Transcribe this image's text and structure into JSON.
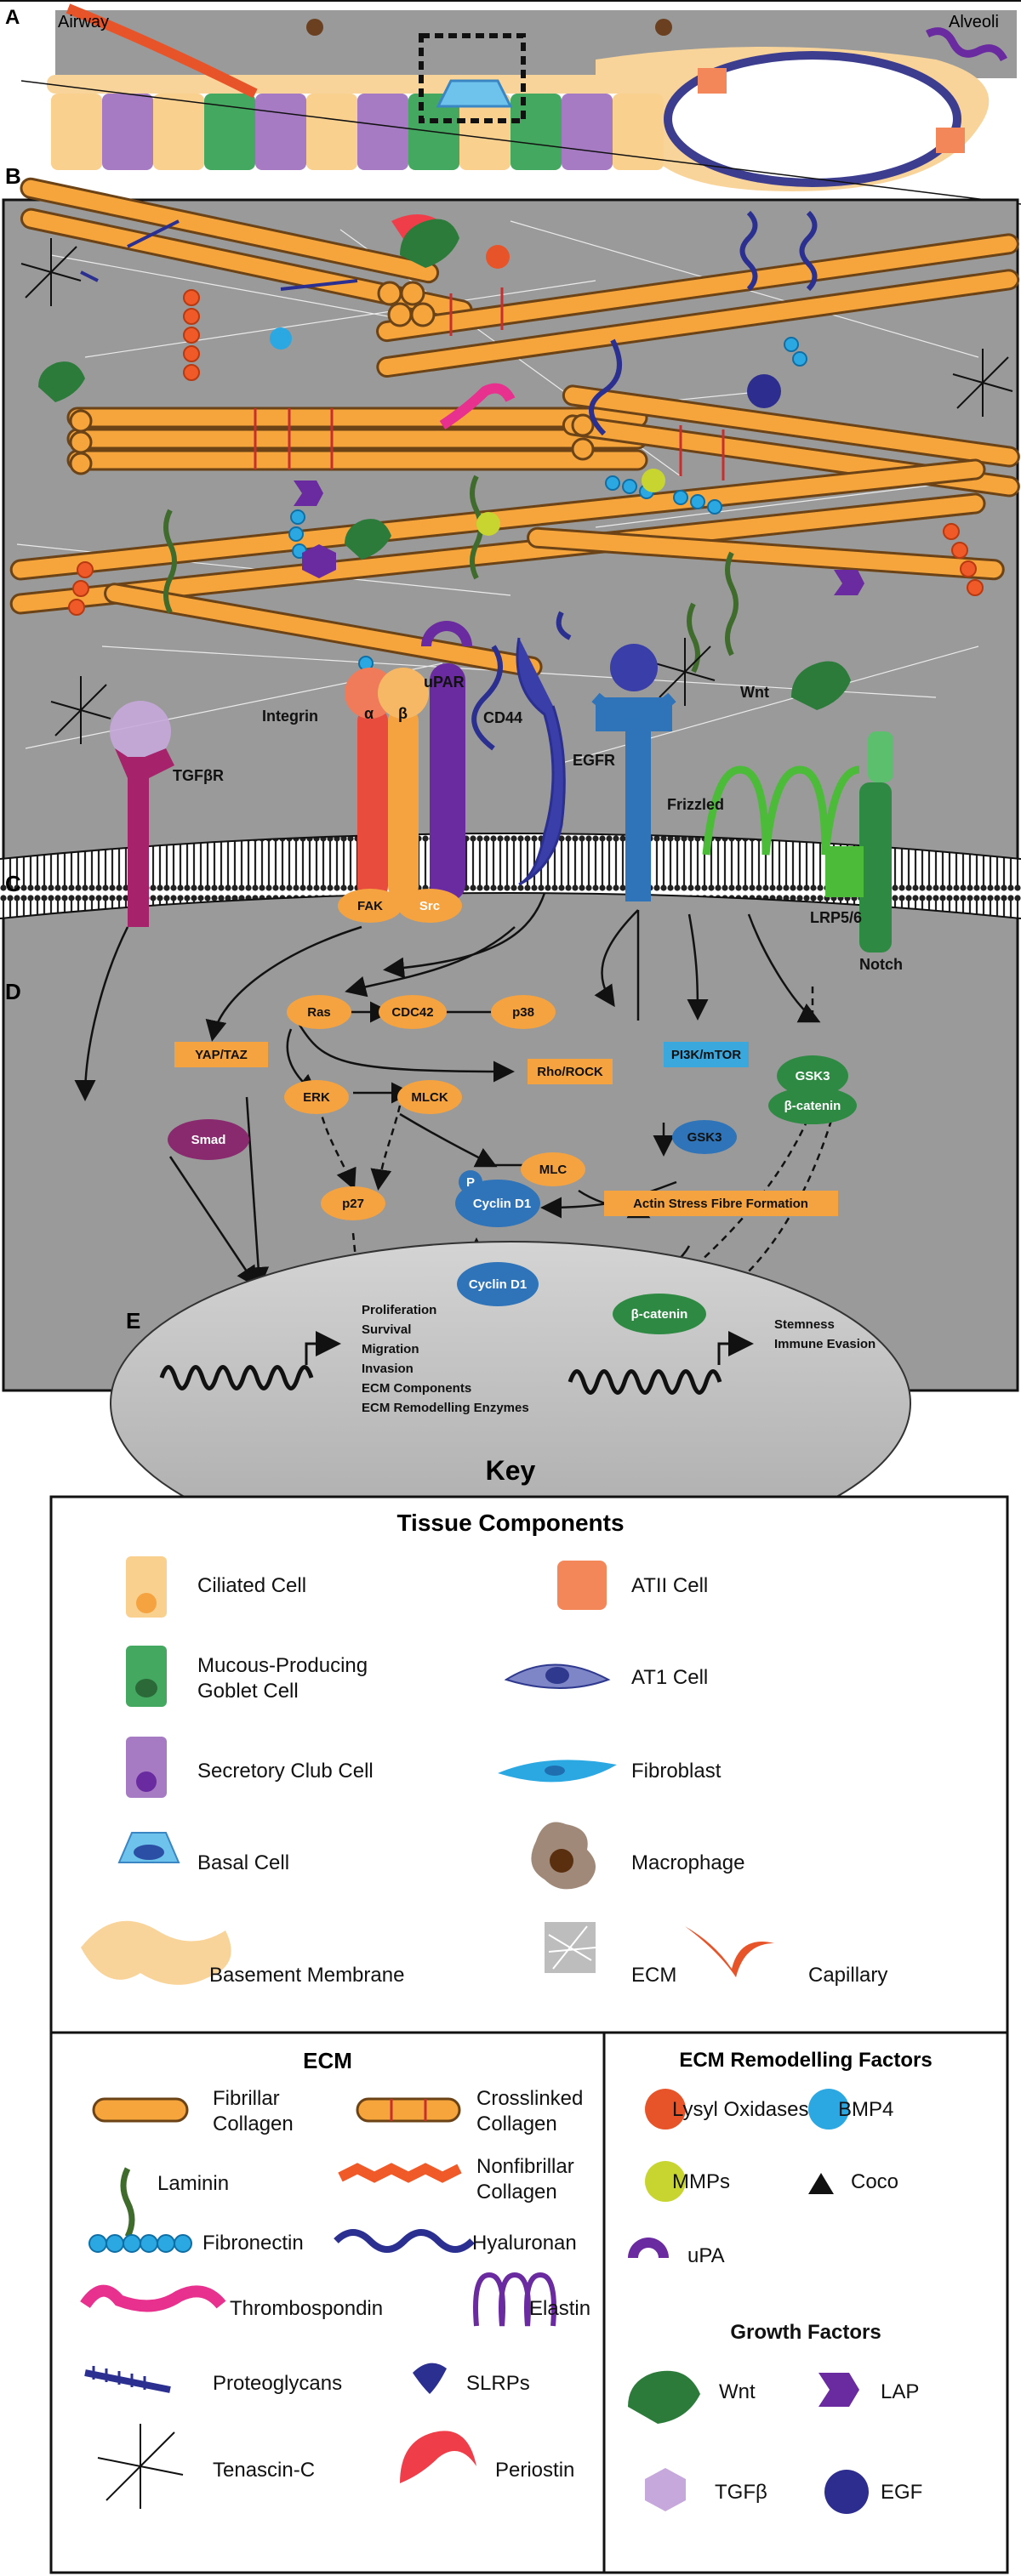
{
  "panels": {
    "a": "A",
    "b": "B",
    "c": "C",
    "d": "D",
    "e": "E",
    "airway": "Airway",
    "alveoli": "Alveoli"
  },
  "receptors": {
    "integrin": "Integrin",
    "alpha": "α",
    "beta": "β",
    "upar": "uPAR",
    "cd44": "CD44",
    "egfr": "EGFR",
    "wnt": "Wnt",
    "frizzled": "Frizzled",
    "lrp": "LRP5/6",
    "notch": "Notch",
    "tgfbr": "TGFβR"
  },
  "signaling": {
    "fak": "FAK",
    "src": "Src",
    "ras": "Ras",
    "cdc42": "CDC42",
    "p38": "p38",
    "rho_rock": "Rho/ROCK",
    "yap_taz": "YAP/TAZ",
    "pi3k": "PI3K/mTOR",
    "gsk3_a": "GSK3",
    "gsk3_b": "GSK3",
    "beta_catenin_a": "β-catenin",
    "smad": "Smad",
    "erk": "ERK",
    "mlck": "MLCK",
    "mlc": "MLC",
    "p27": "p27",
    "p": "P",
    "cyclin_d1_a": "Cyclin D1",
    "cyclin_d1_b": "Cyclin D1",
    "actin": "Actin Stress Fibre Formation",
    "beta_catenin_b": "β-catenin"
  },
  "nucleus": {
    "outcomes_left": [
      "Proliferation",
      "Survival",
      "Migration",
      "Invasion",
      "ECM Components",
      "ECM Remodelling Enzymes"
    ],
    "outcomes_right": [
      "Stemness",
      "Immune Evasion"
    ]
  },
  "key": {
    "title": "Key",
    "tissue_title": "Tissue Components",
    "tissue": {
      "ciliated": "Ciliated Cell",
      "goblet_1": "Mucous-Producing",
      "goblet_2": "Goblet Cell",
      "club": "Secretory Club Cell",
      "basal": "Basal Cell",
      "bm": "Basement Membrane",
      "atii": "ATII Cell",
      "at1": "AT1 Cell",
      "fibroblast": "Fibroblast",
      "macrophage": "Macrophage",
      "ecm": "ECM",
      "capillary": "Capillary"
    },
    "ecm_title": "ECM",
    "ecm": {
      "fibrillar_1": "Fibrillar",
      "fibrillar_2": "Collagen",
      "crosslinked_1": "Crosslinked",
      "crosslinked_2": "Collagen",
      "laminin": "Laminin",
      "nonfibrillar_1": "Nonfibrillar",
      "nonfibrillar_2": "Collagen",
      "fibronectin": "Fibronectin",
      "hyaluronan": "Hyaluronan",
      "thrombospondin": "Thrombospondin",
      "elastin": "Elastin",
      "proteoglycans": "Proteoglycans",
      "slrps": "SLRPs",
      "tenascin": "Tenascin-C",
      "periostin": "Periostin"
    },
    "remodel_title": "ECM Remodelling Factors",
    "remodel": {
      "lox": "Lysyl Oxidases",
      "bmp4": "BMP4",
      "mmps": "MMPs",
      "coco": "Coco",
      "upa": "uPA"
    },
    "growth_title": "Growth Factors",
    "growth": {
      "wnt": "Wnt",
      "lap": "LAP",
      "tgfb": "TGFβ",
      "egf": "EGF"
    }
  },
  "colors": {
    "collagen": "#f5a53c",
    "ecm_gray": "#9a9a9a",
    "bm": "#f9d49a",
    "orange_node": "#f4a340",
    "blue_node": "#2f74b8",
    "green_node": "#2e8a43",
    "purple_node": "#8a2a6e",
    "pi3k_blue": "#3aa7dd"
  }
}
